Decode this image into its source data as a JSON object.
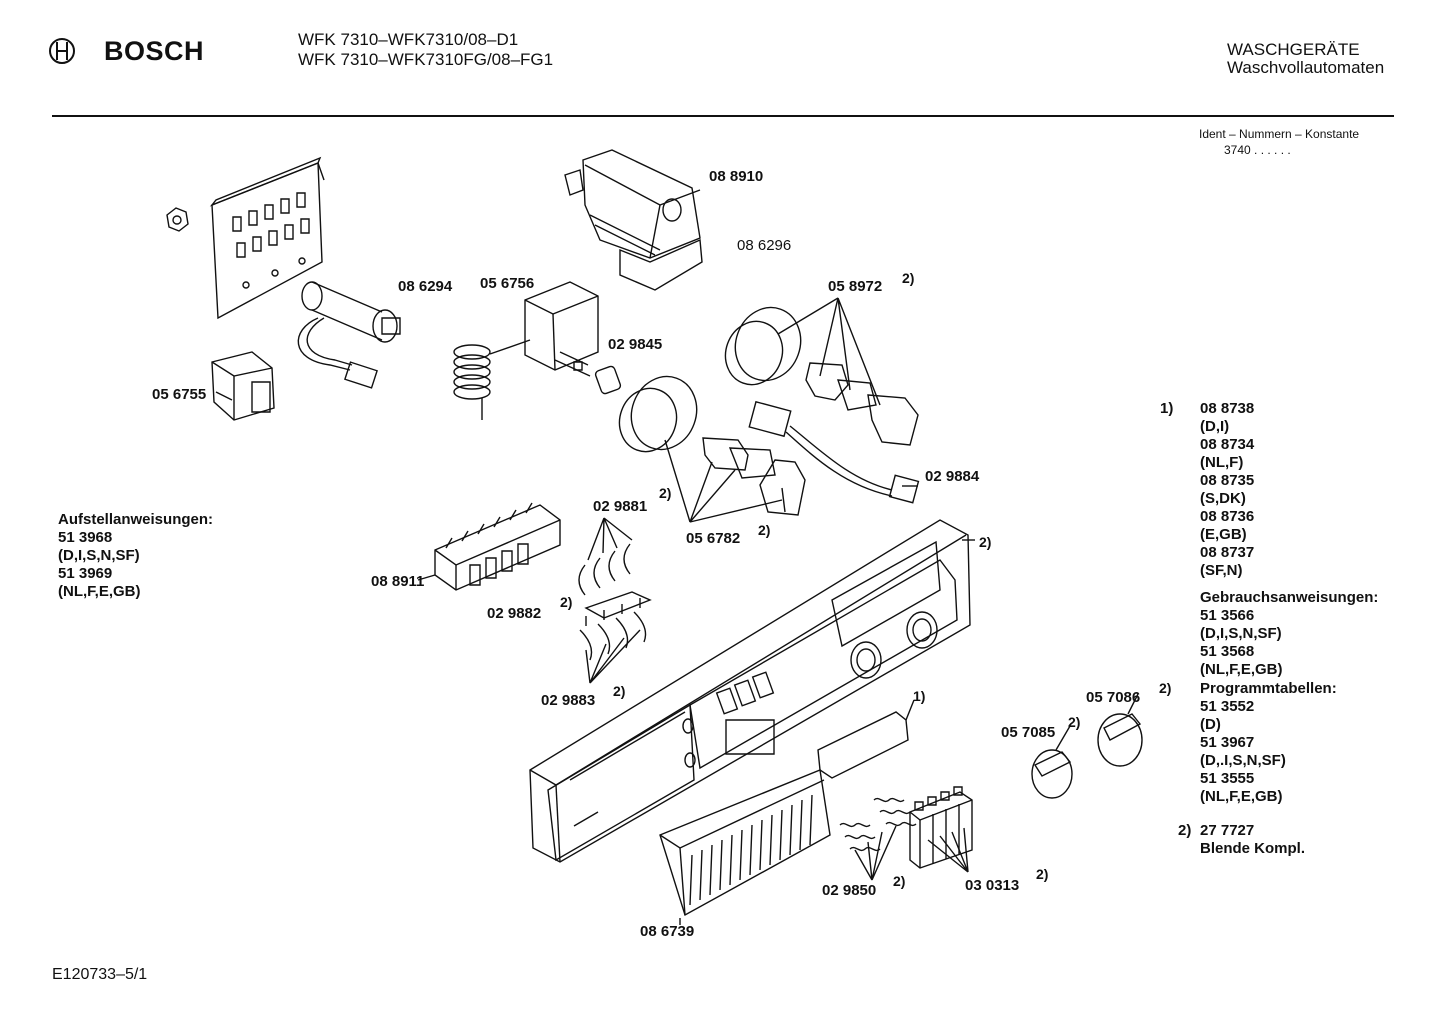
{
  "header": {
    "brand": "BOSCH",
    "model_line_1": "WFK 7310–WFK7310/08–D1",
    "model_line_2": "WFK 7310–WFK7310FG/08–FG1",
    "category": "WASCHGERÄTE",
    "subcategory": "Waschvollautomaten"
  },
  "ident": {
    "label": "Ident – Nummern – Konstante",
    "value": "3740  .  .    .  .  .  ."
  },
  "parts": [
    {
      "code": "08 8910",
      "note": ""
    },
    {
      "code": "08 6296",
      "note": ""
    },
    {
      "code": "08 6294",
      "note": ""
    },
    {
      "code": "05 6756",
      "note": ""
    },
    {
      "code": "05 8972",
      "note": "2)"
    },
    {
      "code": "02 9845",
      "note": ""
    },
    {
      "code": "05 6755",
      "note": ""
    },
    {
      "code": "02 9884",
      "note": ""
    },
    {
      "code": "02 9881",
      "note": "2)"
    },
    {
      "code": "05 6782",
      "note": "2)"
    },
    {
      "code": "08 8911",
      "note": ""
    },
    {
      "code": "02 9882",
      "note": "2)"
    },
    {
      "code": "02 9883",
      "note": "2)"
    },
    {
      "code": "05 7086",
      "note": "2)"
    },
    {
      "code": "05 7085",
      "note": "2)"
    },
    {
      "code": "02 9850",
      "note": "2)"
    },
    {
      "code": "03 0313",
      "note": "2)"
    },
    {
      "code": "08 6739",
      "note": ""
    }
  ],
  "panel_notes": {
    "blende": "2)",
    "insert": "1)"
  },
  "aufstell": {
    "title": "Aufstellanweisungen:",
    "lines": [
      "51 3968",
      "(D,I,S,N,SF)",
      "51 3969",
      "(NL,F,E,GB)"
    ]
  },
  "legend": {
    "note1_marker": "1)",
    "note1_lines": [
      "08 8738",
      "(D,I)",
      "08 8734",
      "(NL,F)",
      "08 8735",
      "(S,DK)",
      "08 8736",
      "(E,GB)",
      "08 8737",
      "(SF,N)"
    ],
    "gebrauch_title": "Gebrauchsanweisungen:",
    "gebrauch_lines": [
      "51 3566",
      "(D,I,S,N,SF)",
      "51 3568",
      "(NL,F,E,GB)"
    ],
    "programm_title": "Programmtabellen:",
    "programm_lines": [
      "51 3552",
      "(D)",
      "51 3967",
      "(D,.I,S,N,SF)",
      "51 3555",
      "(NL,F,E,GB)"
    ],
    "note2_marker": "2)",
    "note2_code": "27 7727",
    "note2_text": "Blende Kompl."
  },
  "footer": {
    "drawing_id": "E120733–5/1"
  }
}
